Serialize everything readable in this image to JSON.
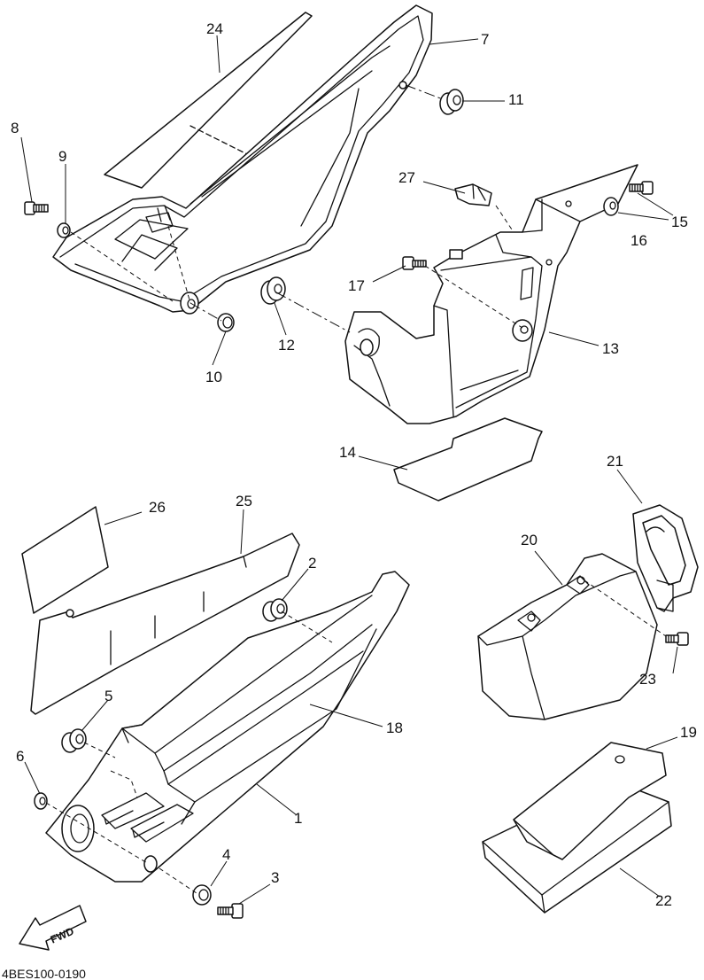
{
  "diagram_code": "4BES100-0190",
  "fwd_label": "FWD",
  "callouts": {
    "p1": "1",
    "p2": "2",
    "p3": "3",
    "p4": "4",
    "p5": "5",
    "p6": "6",
    "p7": "7",
    "p8": "8",
    "p9": "9",
    "p10": "10",
    "p11": "11",
    "p12": "12",
    "p13": "13",
    "p14": "14",
    "p15": "15",
    "p16": "16",
    "p17": "17",
    "p18": "18",
    "p19": "19",
    "p20": "20",
    "p21": "21",
    "p22": "22",
    "p23": "23",
    "p24": "24",
    "p25": "25",
    "p26": "26",
    "p27": "27"
  }
}
